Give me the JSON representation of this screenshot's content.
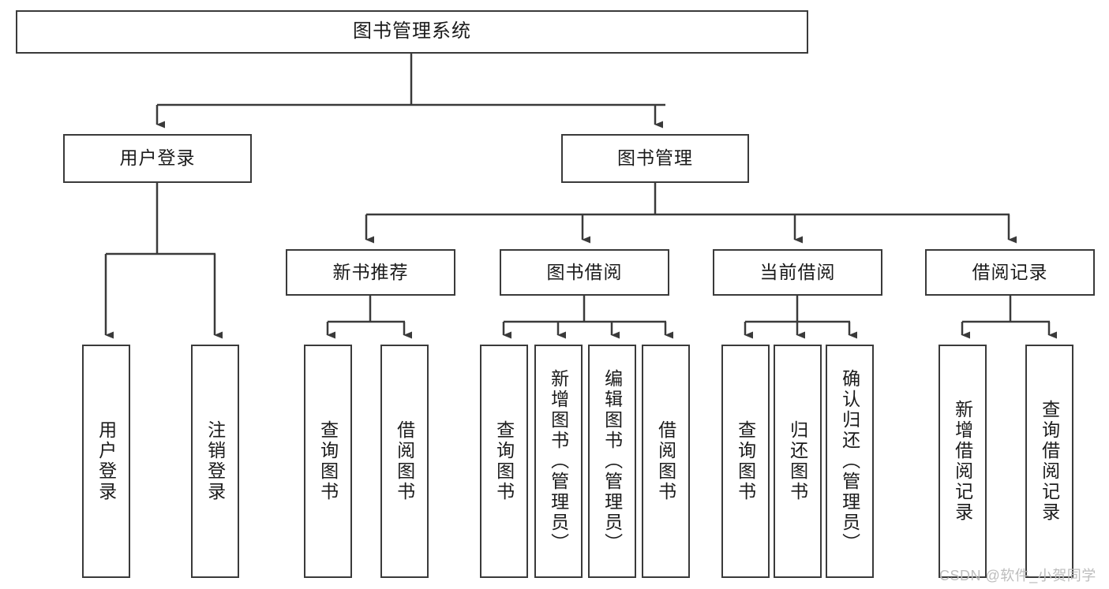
{
  "diagram": {
    "title": "图书管理系统",
    "type": "tree-hierarchy",
    "root": {
      "label": "图书管理系统"
    },
    "level2": [
      {
        "label": "用户登录"
      },
      {
        "label": "图书管理"
      }
    ],
    "level3": [
      {
        "label": "新书推荐"
      },
      {
        "label": "图书借阅"
      },
      {
        "label": "当前借阅"
      },
      {
        "label": "借阅记录"
      }
    ],
    "leaves": {
      "user_login": [
        {
          "label": "用户登录"
        },
        {
          "label": "注销登录"
        }
      ],
      "new_book_recommend": [
        {
          "label": "查询图书"
        },
        {
          "label": "借阅图书"
        }
      ],
      "book_borrow": [
        {
          "label": "查询图书"
        },
        {
          "label": "新增图书（管理员）"
        },
        {
          "label": "编辑图书（管理员）"
        },
        {
          "label": "借阅图书"
        }
      ],
      "current_borrow": [
        {
          "label": "查询图书"
        },
        {
          "label": "归还图书"
        },
        {
          "label": "确认归还（管理员）"
        }
      ],
      "borrow_record": [
        {
          "label": "新增借阅记录"
        },
        {
          "label": "查询借阅记录"
        }
      ]
    }
  },
  "watermark": {
    "text": "CSDN @软件_小贺同学"
  },
  "colors": {
    "stroke": "#3a3a3a",
    "text": "#1b1b1b",
    "background": "#ffffff",
    "watermark": "#bdbdbd"
  }
}
